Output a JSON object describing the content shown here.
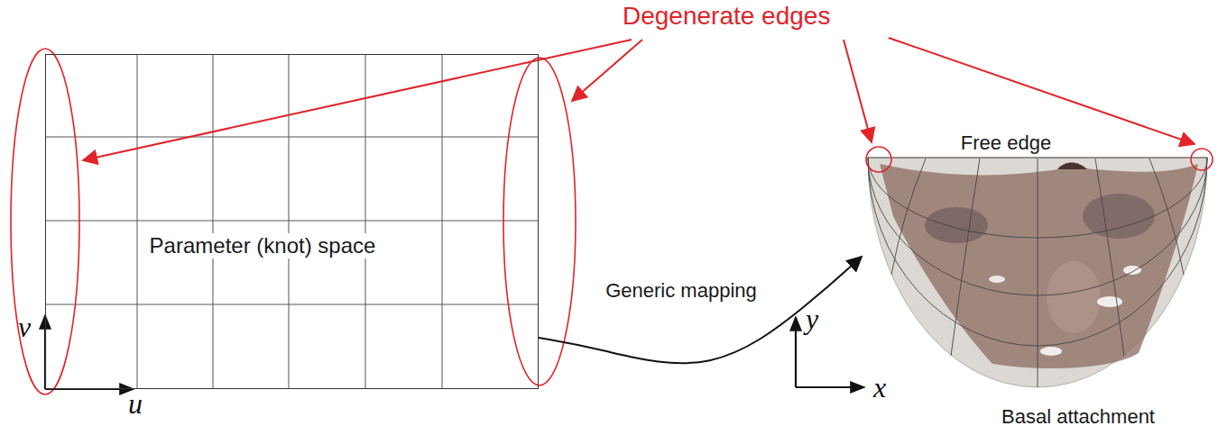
{
  "diagram": {
    "nodes": [
      {
        "text": [
          "Parameter (knot) space"
        ]
      },
      {
        "text": [
          "Free edge",
          "Basal attachment"
        ]
      }
    ],
    "edges": [
      {
        "from": 0,
        "to": 1,
        "label": "Generic mapping",
        "arrow": "to"
      }
    ],
    "labels": [
      "Degenerate edges",
      "v",
      "u",
      "y",
      "x"
    ]
  }
}
